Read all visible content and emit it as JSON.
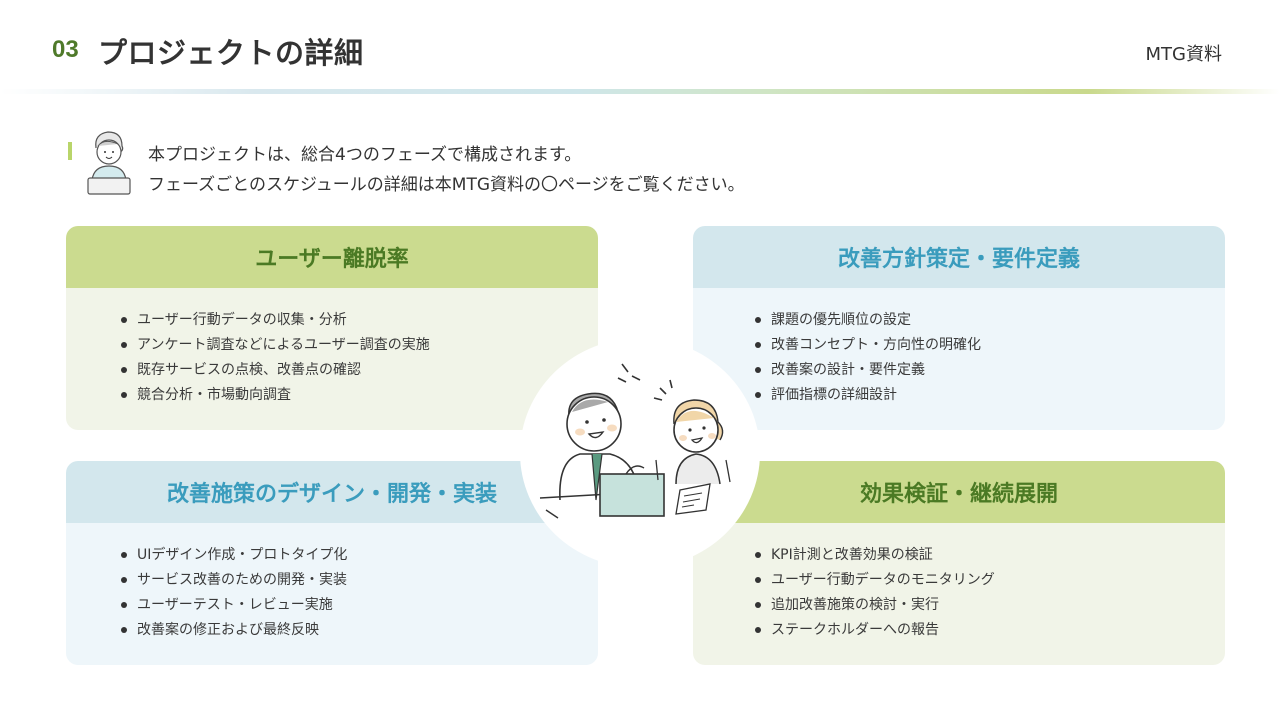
{
  "header": {
    "section_number": "03",
    "title": "プロジェクトの詳細",
    "doc_label": "MTG資料"
  },
  "intro": {
    "avatar_icon": "person-at-laptop-illustration",
    "lines": [
      "本プロジェクトは、総合4つのフェーズで構成されます。",
      "フェーズごとのスケジュールの詳細は本MTG資料の〇ページをご覧ください。"
    ]
  },
  "colors": {
    "accent_green": "#4b7a24",
    "header_green": "#cbdb8f",
    "body_green": "#f1f4e8",
    "accent_blue": "#3a9cbd",
    "header_blue": "#d3e7ed",
    "body_blue": "#eef6fa"
  },
  "phases": [
    {
      "title": "ユーザー離脱率",
      "theme": "green",
      "items": [
        "ユーザー行動データの収集・分析",
        "アンケート調査などによるユーザー調査の実施",
        "既存サービスの点検、改善点の確認",
        "競合分析・市場動向調査"
      ]
    },
    {
      "title": "改善方針策定・要件定義",
      "theme": "blue",
      "items": [
        "課題の優先順位の設定",
        "改善コンセプト・方向性の明確化",
        "改善案の設計・要件定義",
        "評価指標の詳細設計"
      ]
    },
    {
      "title": "改善施策のデザイン・開発・実装",
      "theme": "blue",
      "items": [
        "UIデザイン作成・プロトタイプ化",
        "サービス改善のための開発・実装",
        "ユーザーテスト・レビュー実施",
        "改善案の修正および最終反映"
      ]
    },
    {
      "title": "効果検証・継続展開",
      "theme": "green",
      "items": [
        "KPI計測と改善効果の検証",
        "ユーザー行動データのモニタリング",
        "追加改善施策の検討・実行",
        "ステークホルダーへの報告"
      ]
    }
  ],
  "center_illustration": "two-people-meeting-illustration"
}
